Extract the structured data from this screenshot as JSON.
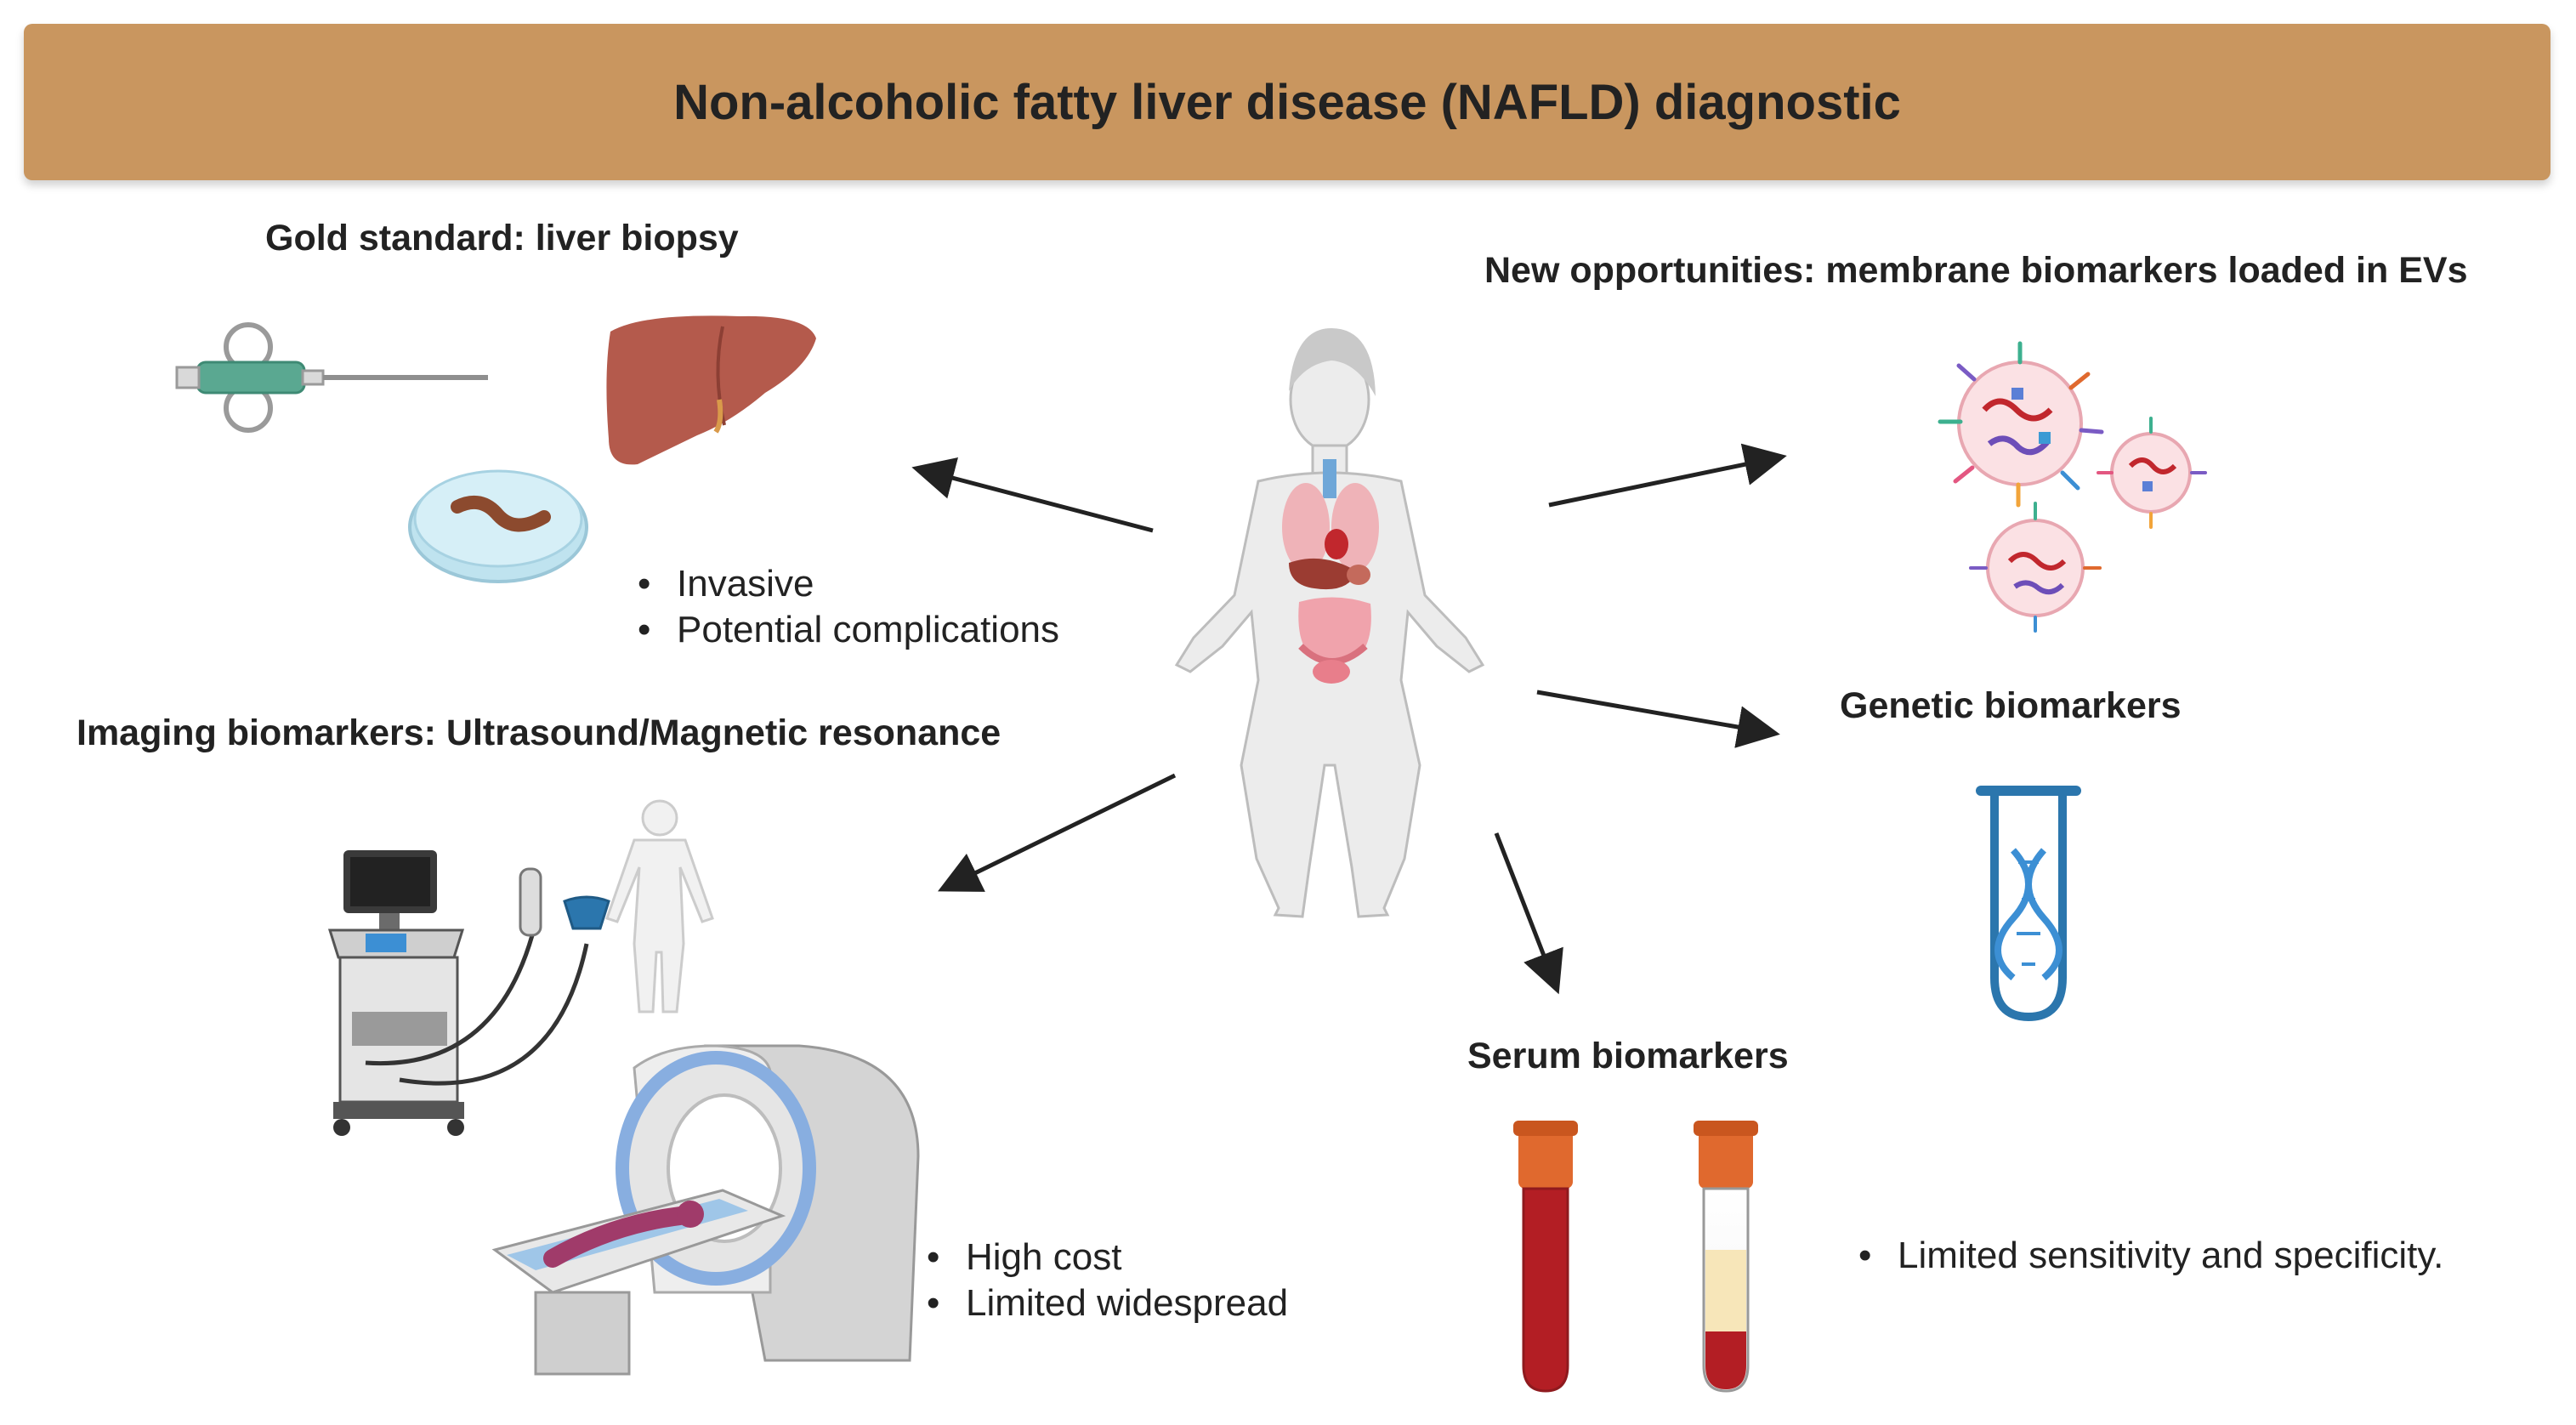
{
  "title": "Non-alcoholic fatty liver disease (NAFLD) diagnostic",
  "colors": {
    "banner": "#c9965f",
    "arrow": "#222222",
    "liver": "#b45a4c",
    "needle": "#5aa891",
    "blood": "#b31e24",
    "cap": "#e0692e",
    "dna": "#3c8fd4",
    "tube_outline": "#2b76ad",
    "ev_pink": "#e35781"
  },
  "sections": {
    "gold_standard": {
      "heading": "Gold standard: liver biopsy",
      "bullets": [
        "Invasive",
        "Potential complications"
      ],
      "icons": [
        "biopsy-needle-icon",
        "liver-icon",
        "petri-dish-icon"
      ]
    },
    "imaging": {
      "heading": "Imaging biomarkers: Ultrasound/Magnetic resonance",
      "bullets": [
        "High cost",
        "Limited widespread"
      ],
      "icons": [
        "ultrasound-machine-icon",
        "body-silhouette-icon",
        "mri-scanner-icon"
      ]
    },
    "new_opportunities": {
      "heading": "New opportunities: membrane biomarkers loaded in EVs",
      "icons": [
        "extracellular-vesicle-icon"
      ]
    },
    "genetic": {
      "heading": "Genetic biomarkers",
      "icons": [
        "dna-test-tube-icon"
      ]
    },
    "serum": {
      "heading": "Serum biomarkers",
      "bullets": [
        "Limited sensitivity and specificity."
      ],
      "icons": [
        "blood-tube-icon",
        "serum-tube-icon"
      ]
    }
  },
  "center_icon": "female-anatomy-icon"
}
